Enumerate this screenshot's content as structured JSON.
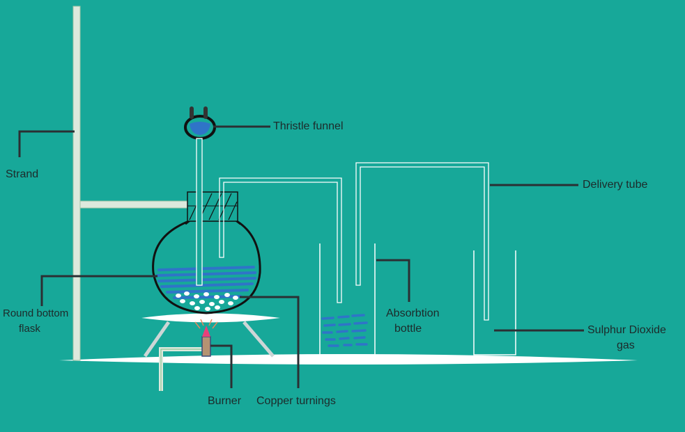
{
  "colors": {
    "background": "#17a899",
    "glass_outline": "#ffffff",
    "stand": "#dde9dd",
    "liquid": "#2f74c8",
    "pointer": "#2b2f33",
    "flame": "#e8407a",
    "burner": "#b59272",
    "copper": "#ffffff"
  },
  "labels": {
    "thistle_funnel": "Thristle funnel",
    "delivery_tube": "Delivery tube",
    "strand": "Strand",
    "round_bottom_flask_line1": "Round bottom",
    "round_bottom_flask_line2": "flask",
    "absorption_bottle_line1": "Absorbtion",
    "absorption_bottle_line2": "bottle",
    "sulphur_dioxide_line1": "Sulphur Dioxide",
    "sulphur_dioxide_line2": "gas",
    "burner": "Burner",
    "copper_turnings": "Copper turnings"
  }
}
